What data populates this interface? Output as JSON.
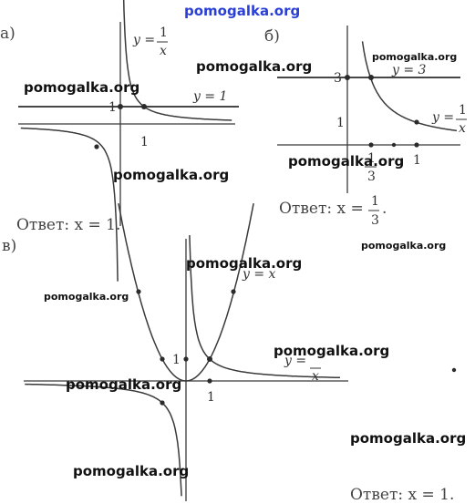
{
  "watermark": "pomogalka.org",
  "panel_a": {
    "label": "а)",
    "curve_label_y": "y =",
    "curve_label_num": "1",
    "curve_label_den": "x",
    "line_label": "y = 1",
    "tick_y": "1",
    "tick_x": "1",
    "answer": "Ответ: x = 1."
  },
  "panel_b": {
    "label": "б)",
    "line_label": "y = 3",
    "curve_label_y": "y =",
    "curve_label_num": "1",
    "curve_label_den": "x",
    "tick_y3": "3",
    "tick_y1": "1",
    "tick_x1": "1",
    "tick_frac_num": "1",
    "tick_frac_den": "3",
    "answer_prefix": "Ответ:  x =",
    "answer_num": "1",
    "answer_den": "3",
    "answer_suffix": "."
  },
  "panel_c": {
    "label": "в)",
    "parabola_label": "y = x",
    "hyper_label_y": "y =",
    "hyper_label_den": "x",
    "tick_y": "1",
    "tick_x": "1",
    "answer": "Ответ: x = 1."
  }
}
